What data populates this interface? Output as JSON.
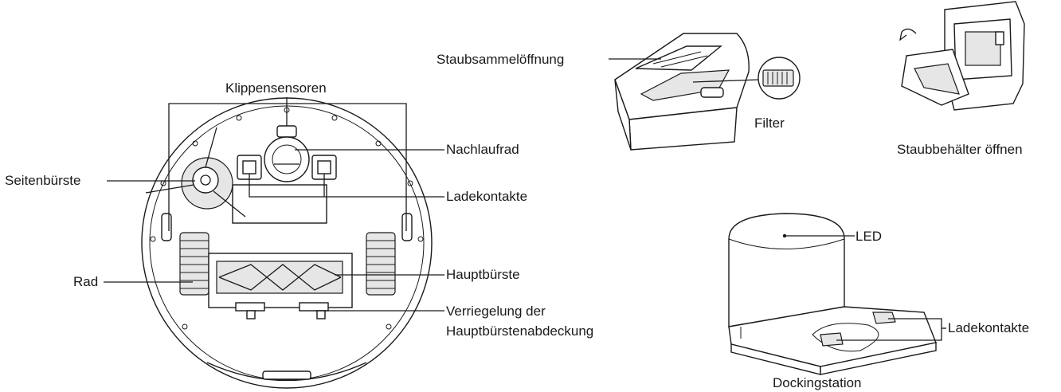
{
  "robot_bottom": {
    "labels": {
      "cliff_sensors": "Klippensensoren",
      "caster_wheel": "Nachlaufrad",
      "side_brush": "Seitenbürste",
      "charging_contacts": "Ladekontakte",
      "wheel": "Rad",
      "main_brush": "Hauptbürste",
      "main_brush_cover_lock_line1": "Verriegelung der",
      "main_brush_cover_lock_line2": "Hauptbürstenabdeckung"
    }
  },
  "dustbin": {
    "labels": {
      "dust_inlet": "Staubsammelöffnung",
      "filter": "Filter",
      "open_bin": "Staubbehälter öffnen"
    }
  },
  "dock": {
    "labels": {
      "led": "LED",
      "charging_contacts": "Ladekontakte",
      "caption": "Dockingstation"
    }
  }
}
